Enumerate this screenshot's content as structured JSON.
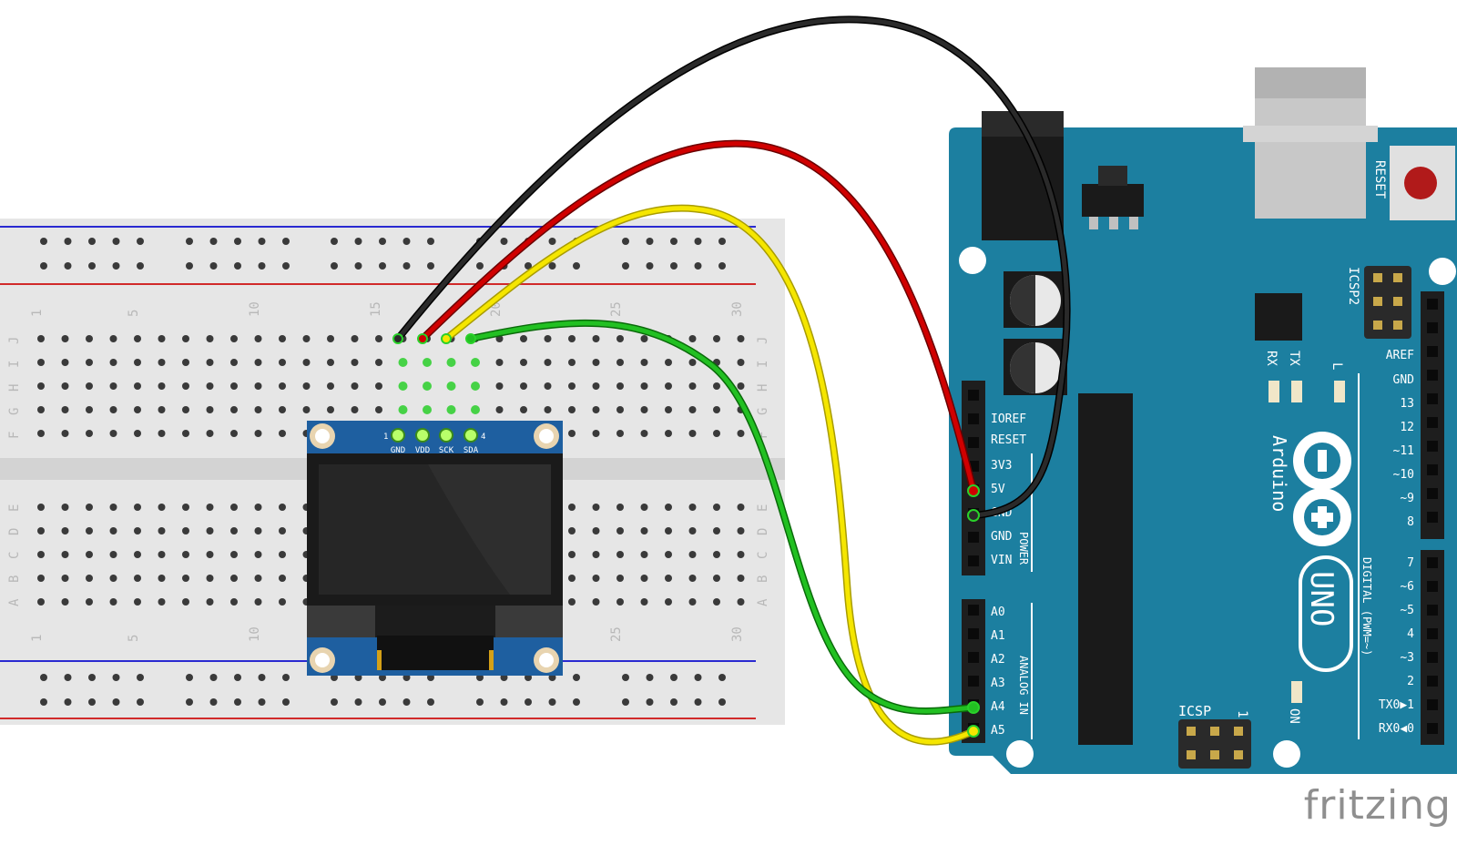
{
  "brand": "fritzing",
  "breadboard": {
    "column_numbers": [
      "1",
      "5",
      "10",
      "15",
      "20",
      "25",
      "30"
    ],
    "row_letters_top": [
      "J",
      "I",
      "H",
      "G",
      "F"
    ],
    "row_letters_bottom": [
      "E",
      "D",
      "C",
      "B",
      "A"
    ]
  },
  "oled": {
    "pins": [
      "GND",
      "VDD",
      "SCK",
      "SDA"
    ],
    "pin_first": "1",
    "pin_last": "4"
  },
  "arduino": {
    "name": "Arduino",
    "model": "UNO",
    "reset_label": "RESET",
    "icsp2_label": "ICSP2",
    "icsp_label": "ICSP",
    "icsp_pin1": "1",
    "rx_label": "RX",
    "tx_label": "TX",
    "l_label": "L",
    "on_label": "ON",
    "power_header_label": "POWER",
    "analog_header_label": "ANALOG IN",
    "digital_header_label": "DIGITAL (PWM=~)",
    "power_pins": [
      "IOREF",
      "RESET",
      "3V3",
      "5V",
      "GND",
      "GND",
      "VIN"
    ],
    "analog_pins": [
      "A0",
      "A1",
      "A2",
      "A3",
      "A4",
      "A5"
    ],
    "digital_pins_upper": [
      "AREF",
      "GND",
      "13",
      "12",
      "~11",
      "~10",
      "~9",
      "8"
    ],
    "digital_pins_lower": [
      "7",
      "~6",
      "~5",
      "4",
      "~3",
      "2",
      "TX0▶1",
      "RX0◀0"
    ]
  },
  "wires": [
    {
      "from": "GND",
      "to": "GND",
      "color": "#1e1e1e"
    },
    {
      "from": "VDD",
      "to": "5V",
      "color": "#cc0000"
    },
    {
      "from": "SCK",
      "to": "A5",
      "color": "#f0e400"
    },
    {
      "from": "SDA",
      "to": "A4",
      "color": "#1bb21b"
    }
  ],
  "colors": {
    "board": "#1c7fa0",
    "board_dark": "#15678a",
    "breadboard": "#e5e5e5",
    "rail_red": "#d12a2a",
    "rail_blue": "#2a2ad1",
    "oled_pcb": "#1e5fa0",
    "oled_screen": "#262626",
    "highlight_green": "#46d246"
  }
}
